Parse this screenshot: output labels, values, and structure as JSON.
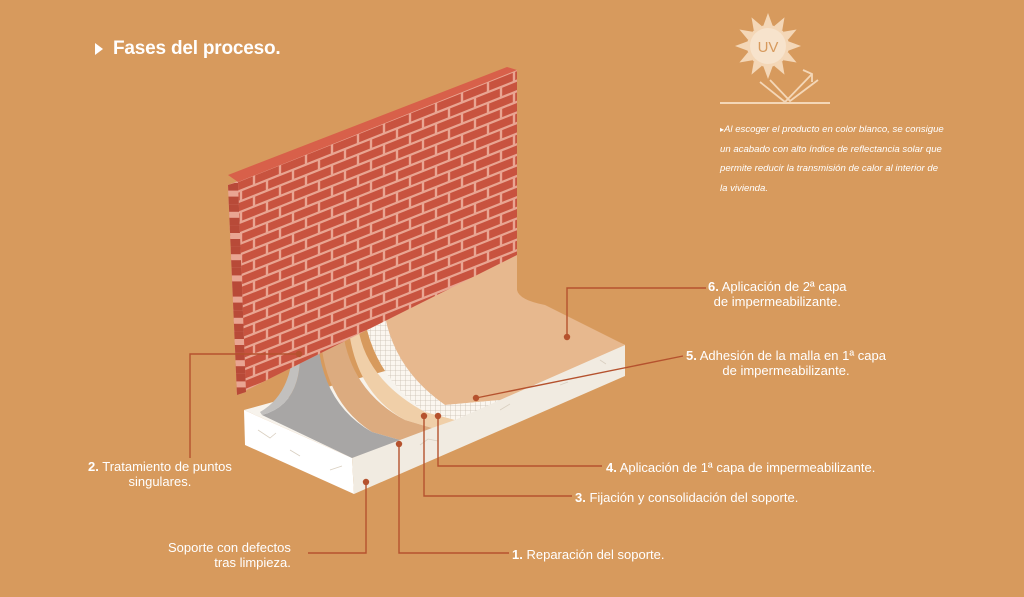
{
  "title": "Fases del proceso.",
  "uv": {
    "icon_label": "UV",
    "note": "Al escoger el producto en color blanco, se consigue un acabado con alto índice de reflectancia solar que permite reducir la transmisión de calor al interior de la vivienda."
  },
  "steps": {
    "s6": {
      "num": "6.",
      "line1": "Aplicación de 2ª capa",
      "line2": "de impermeabilizante."
    },
    "s5": {
      "num": "5.",
      "line1": "Adhesión de la malla en 1ª capa",
      "line2": "de impermeabilizante."
    },
    "s4": {
      "num": "4.",
      "text": "Aplicación de 1ª capa de impermeabilizante."
    },
    "s3": {
      "num": "3.",
      "text": "Fijación y consolidación del soporte."
    },
    "s2": {
      "num": "2.",
      "line1": "Tratamiento de puntos",
      "line2": "singulares."
    },
    "s1": {
      "num": "1.",
      "text": "Reparación del soporte."
    },
    "s0": {
      "line1": "Soporte con defectos",
      "line2": "tras limpieza."
    }
  },
  "colors": {
    "background": "#d79a5d",
    "leader": "#b5522e",
    "brick": "#c8533f",
    "mortar": "#e9a592",
    "gray_layer": "#a8a6a5",
    "peach_layer": "#e7b88e",
    "white_slab": "#f7f3ec"
  }
}
